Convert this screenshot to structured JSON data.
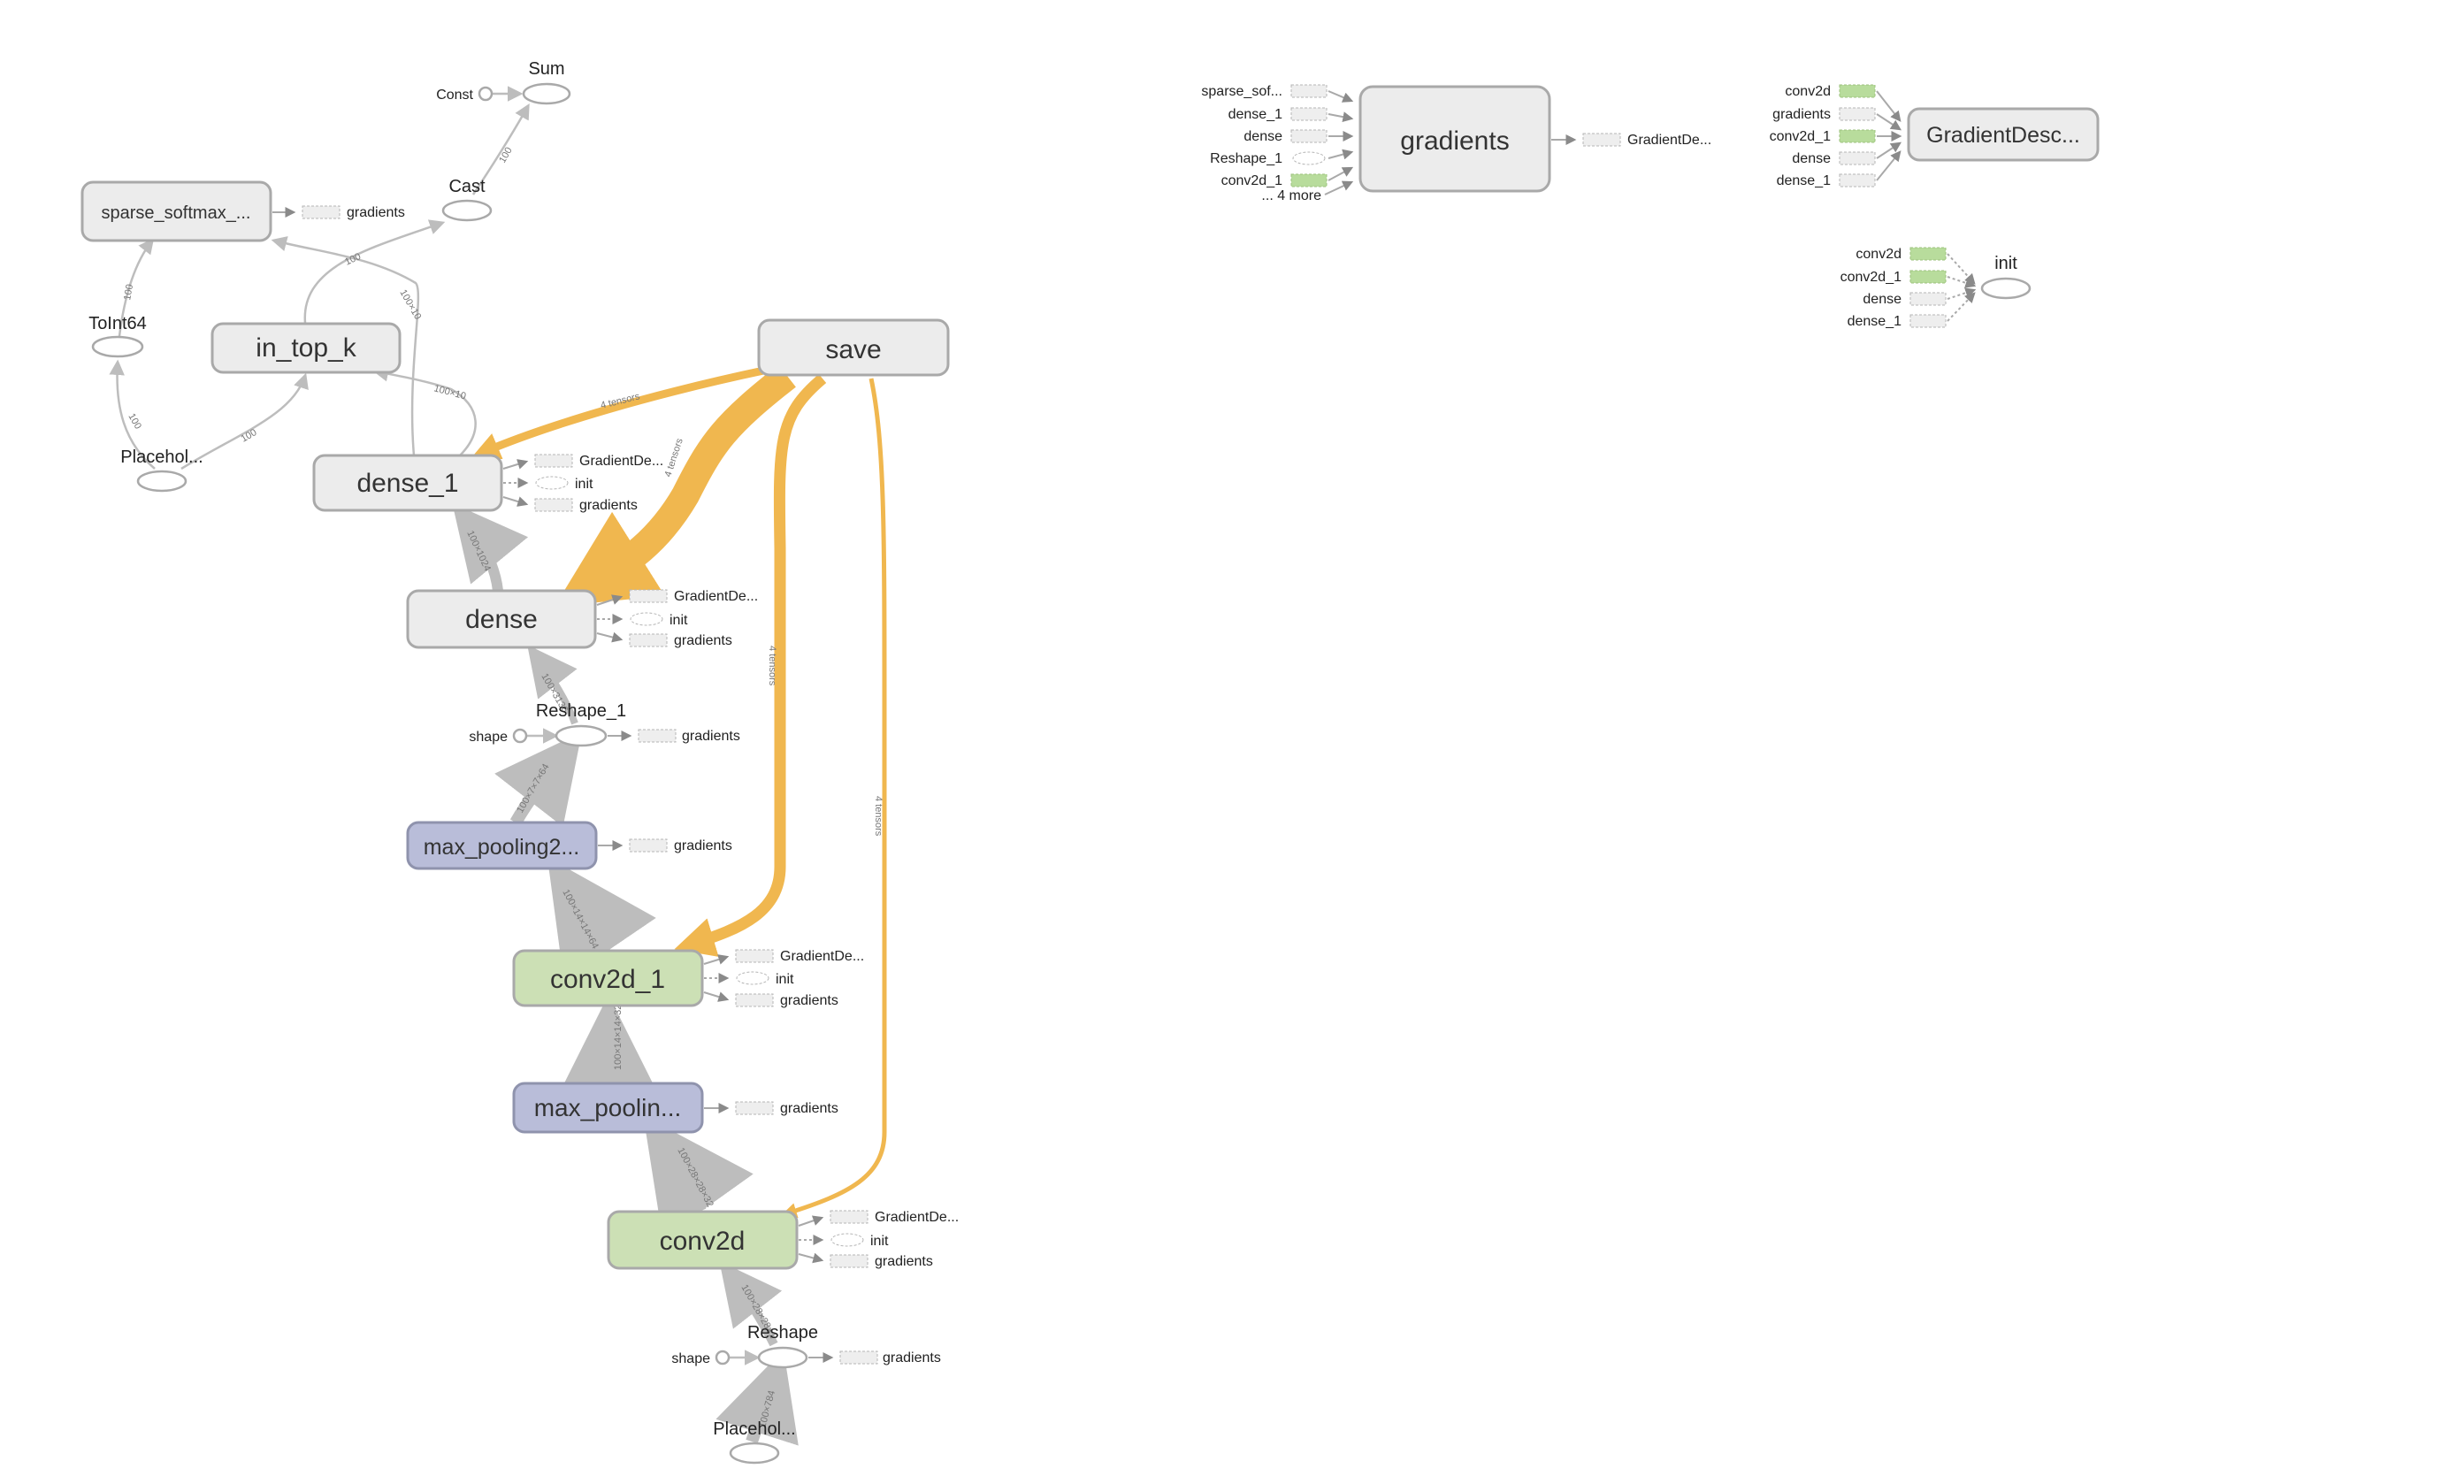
{
  "colors": {
    "background": "#ffffff",
    "node_fill": "#ececec",
    "node_stroke": "#a9a9a9",
    "conv_fill": "#cce0b5",
    "pool_fill": "#b9bdd9",
    "pool_stroke": "#8f93ad",
    "edge": "#bdbdbd",
    "ref_edge": "#f0b74f",
    "aux_fill": "#eeeeee",
    "var_fill": "#b8dc9c"
  },
  "nodes": {
    "sparse_softmax": "sparse_softmax_...",
    "sum": "Sum",
    "const": "Const",
    "cast": "Cast",
    "toint64": "ToInt64",
    "in_top_k": "in_top_k",
    "placeholder_top": "Placehol...",
    "save": "save",
    "dense_1": "dense_1",
    "dense": "dense",
    "reshape_1": "Reshape_1",
    "shape_1": "shape",
    "max_pooling2_1": "max_pooling2...",
    "conv2d_1": "conv2d_1",
    "max_pooling_0": "max_poolin...",
    "conv2d": "conv2d",
    "reshape": "Reshape",
    "shape_0": "shape",
    "placeholder_bottom": "Placehol...",
    "gradients": "gradients",
    "gradient_descent": "GradientDesc...",
    "init": "init"
  },
  "aux": {
    "gradients": "gradients",
    "gradient_de": "GradientDe...",
    "init": "init"
  },
  "gradients_inputs": [
    "sparse_sof...",
    "dense_1",
    "dense",
    "Reshape_1",
    "conv2d_1",
    "... 4 more"
  ],
  "gradients_output": "GradientDe...",
  "gd_inputs": [
    "conv2d",
    "gradients",
    "conv2d_1",
    "dense",
    "dense_1"
  ],
  "init_inputs": [
    "conv2d",
    "conv2d_1",
    "dense",
    "dense_1"
  ],
  "edge_labels": {
    "const_sum": "",
    "cast_sum": "100",
    "toint64_sparse": "100",
    "placeholder_toint64": "100",
    "placeholder_intopk": "100",
    "intopk_cast": "100",
    "dense1_sparse": "100×10",
    "dense1_intopk": "100×10",
    "dense_dense1": "100×1024",
    "reshape1_dense": "100×3136",
    "maxpool1_reshape1": "100×7×7×64",
    "conv1_maxpool1": "100×14×14×64",
    "maxpool0_conv1": "100×14×14×32",
    "conv0_maxpool0": "100×28×28×32",
    "reshape_conv0": "100×28×28×1",
    "placeholder_reshape": "100×784",
    "save_dense1": "4 tensors",
    "save_dense": "4 tensors",
    "save_conv1": "4 tensors",
    "save_conv0": "4 tensors"
  }
}
